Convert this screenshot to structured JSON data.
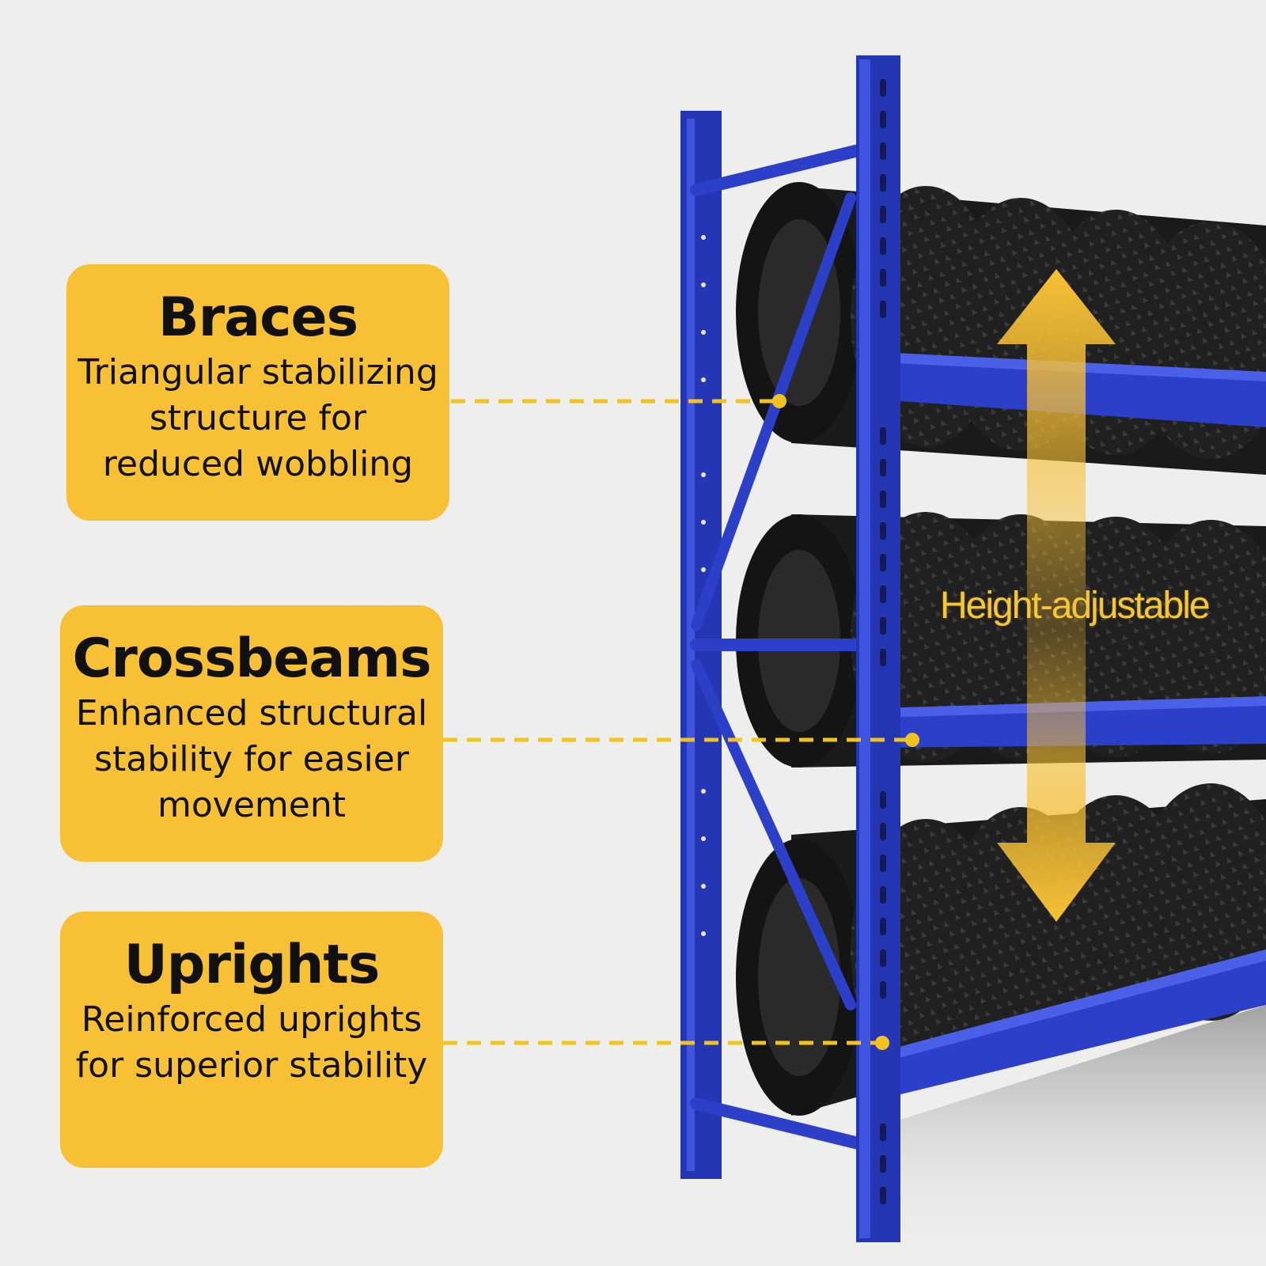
{
  "callouts": [
    {
      "title": "Braces",
      "description": "Triangular stabilizing structure for reduced wobbling"
    },
    {
      "title": "Crossbeams",
      "description": "Enhanced structural stability for easier movement"
    },
    {
      "title": "Uprights",
      "description": "Reinforced uprights for superior stability"
    }
  ],
  "height_label": "Height-adjustable",
  "colors": {
    "callout_background": "#f8c135",
    "rack_blue": "#2b3fc8",
    "tire": "#1c1c1c",
    "accent_yellow": "#f8c135"
  }
}
